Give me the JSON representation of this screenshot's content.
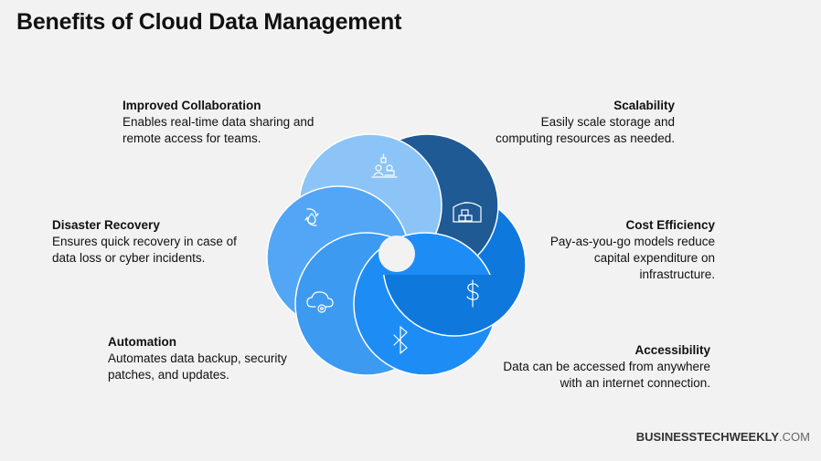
{
  "title": "Benefits of Cloud Data Management",
  "benefits": [
    {
      "heading": "Improved Collaboration",
      "text1": "Enables real-time data sharing and",
      "text2": "remote access for teams.",
      "icon": "people-collaboration-icon",
      "color": "#8cc4f7"
    },
    {
      "heading": "Scalability",
      "text1": "Easily scale storage and",
      "text2": "computing resources as needed.",
      "icon": "warehouse-icon",
      "color": "#1f5a94"
    },
    {
      "heading": "Cost Efficiency",
      "text1": "Pay-as-you-go models reduce",
      "text2": "capital expenditure on",
      "text3": "infrastructure.",
      "icon": "dollar-icon",
      "color": "#0f78dc"
    },
    {
      "heading": "Accessibility",
      "text1": "Data can be accessed from anywhere",
      "text2": "with an internet connection.",
      "icon": "bluetooth-icon",
      "color": "#1e8cf5"
    },
    {
      "heading": "Automation",
      "text1": "Automates data backup, security",
      "text2": "patches, and updates.",
      "icon": "cloud-gear-icon",
      "color": "#3c9af0"
    },
    {
      "heading": "Disaster Recovery",
      "text1": "Ensures quick recovery in case of",
      "text2": "data loss or cyber incidents.",
      "icon": "water-recycle-icon",
      "color": "#52a6f5"
    }
  ],
  "brand": {
    "bold": "BUSINESSTECHWEEKLY",
    "suffix": ".COM"
  }
}
